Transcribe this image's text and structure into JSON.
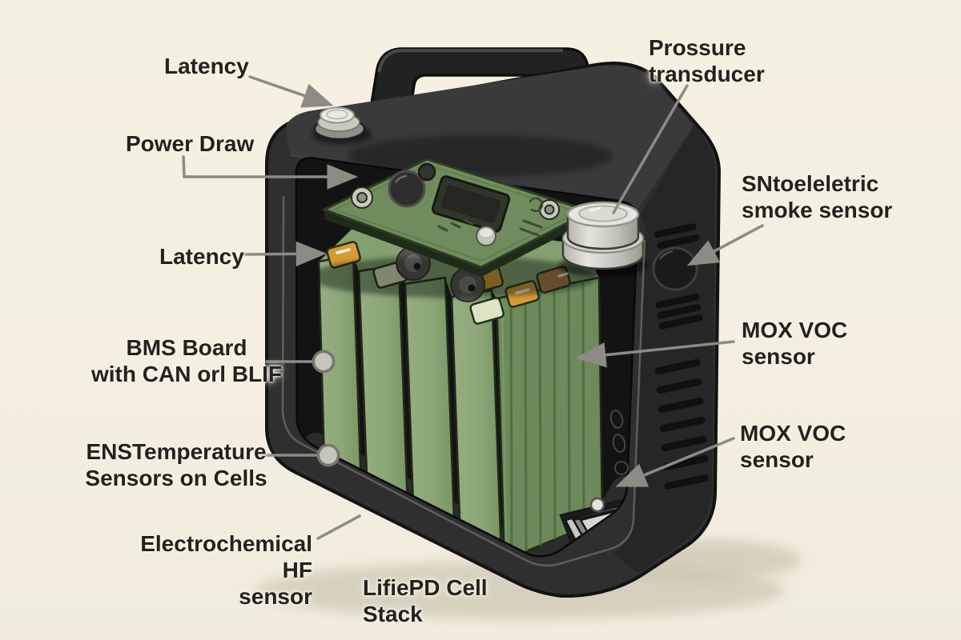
{
  "scene": {
    "type": "technical cutaway illustration",
    "subject": "portable battery pack case opened to show cells, BMS board and safety sensors",
    "background_color": "#f4efe1"
  },
  "palette": {
    "case_body": "#2f2f2f",
    "case_top": "#3a3a3a",
    "case_side": "#252525",
    "cavity": "#151515",
    "cell_green_front": "#8ca677",
    "cell_green_side": "#6c8a5a",
    "pcb_green": "#708c5c",
    "metal_silver": "#d8d7d1",
    "terminal_orange": "#d89a32",
    "terminal_cream": "#dfe3c6",
    "terminal_brown": "#b07848",
    "leader_line": "#8c8b84",
    "label_text": "#23221e"
  },
  "labels": [
    {
      "id": "latency-top",
      "text": "Latency",
      "target": "push button on top of case"
    },
    {
      "id": "power-draw",
      "text": "Power Draw",
      "target": "BMS circuit board"
    },
    {
      "id": "pressure-transducer",
      "text": "Prossure\ntransducer",
      "target": "silver cylindrical transducer inside case"
    },
    {
      "id": "smoke-sensor",
      "text": "SNtoeleletric\nsmoke sensor",
      "target": "round port on right side panel"
    },
    {
      "id": "latency-cells",
      "text": "Latency",
      "target": "top of left battery cell"
    },
    {
      "id": "bms-board",
      "text": "BMS Board\nwith CAN orl BLIF",
      "target": "left edge of cell stack"
    },
    {
      "id": "temperature-sensors",
      "text": "ENSTemperature\nSensors on Cells",
      "target": "lower left edge of cell stack"
    },
    {
      "id": "hf-sensor",
      "text": "Electrochemical HF\nsensor",
      "target": "bottom rim of case"
    },
    {
      "id": "cell-stack",
      "text": "LifiePD Cell\nStack",
      "target": "green prismatic cell stack"
    },
    {
      "id": "mox-voc-upper",
      "text": "MOX VOC\nsensor",
      "target": "right face of cell stack"
    },
    {
      "id": "mox-voc-lower",
      "text": "MOX VOC\nsensor",
      "target": "small metal sensor in bottom right of case"
    }
  ]
}
